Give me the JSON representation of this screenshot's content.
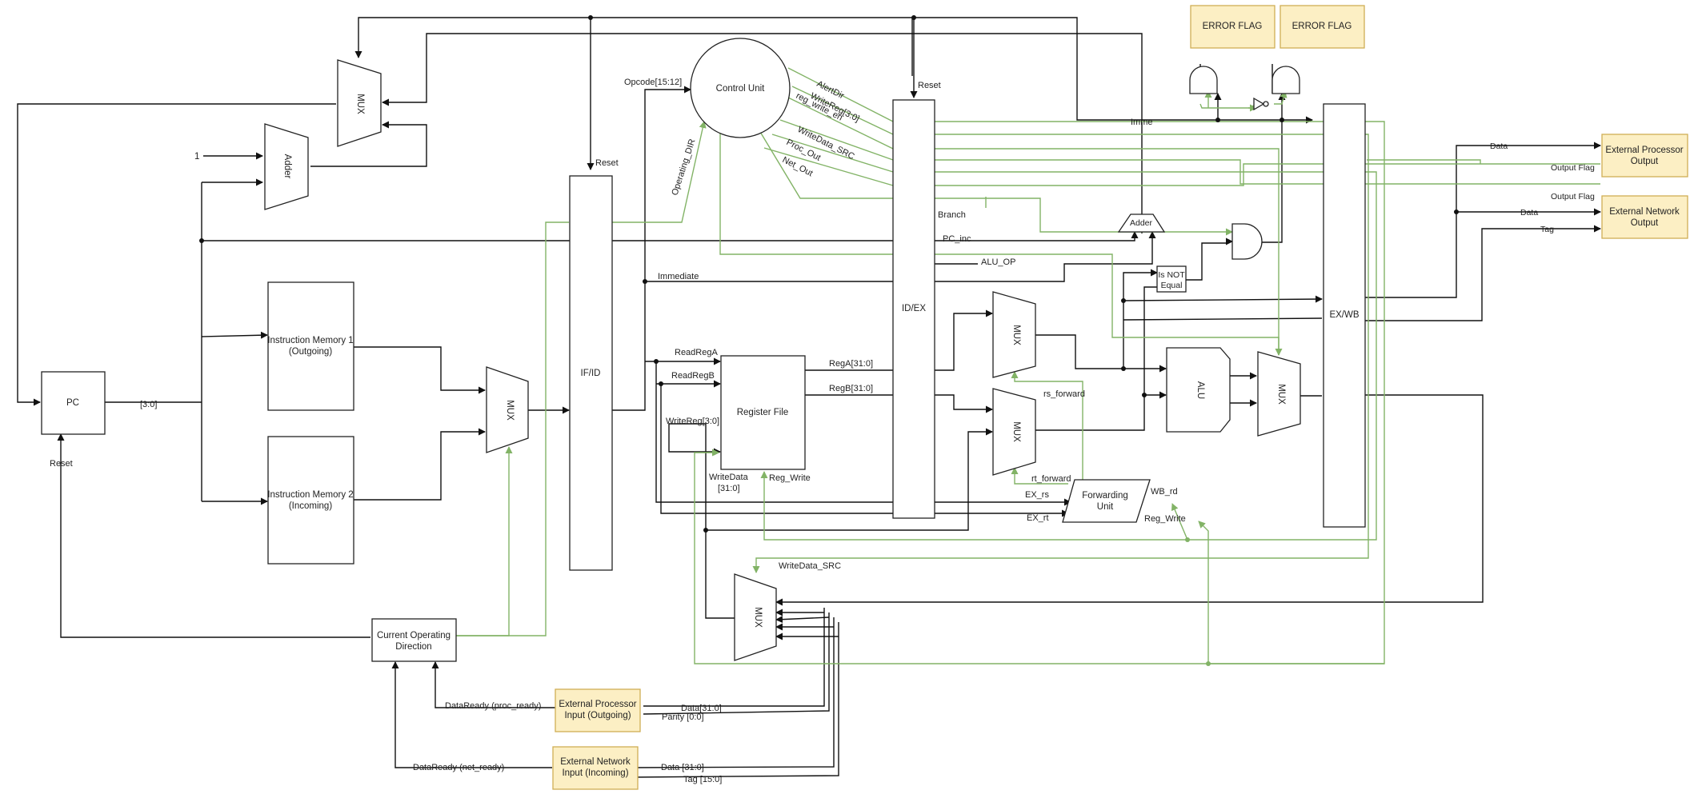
{
  "blocks": {
    "pc": "PC",
    "adder_top": "Adder",
    "mux": "MUX",
    "imem1_l1": "Instruction Memory 1",
    "imem1_l2": "(Outgoing)",
    "imem2_l1": "Instruction Memory 2",
    "imem2_l2": "(Incoming)",
    "ifid": "IF/ID",
    "control_unit": "Control Unit",
    "register_file": "Register File",
    "idex": "ID/EX",
    "alu": "ALU",
    "exwb": "EX/WB",
    "forwarding_l1": "Forwarding",
    "forwarding_l2": "Unit",
    "branch_adder": "Adder",
    "is_not_equal_l1": "Is NOT",
    "is_not_equal_l2": "Equal",
    "current_dir_l1": "Current Operating",
    "current_dir_l2": "Direction",
    "error_flag": "ERROR FLAG",
    "ext_proc_out_l1": "External Processor",
    "ext_proc_out_l2": "Output",
    "ext_net_out_l1": "External Network",
    "ext_net_out_l2": "Output",
    "ext_proc_in_l1": "External Processor",
    "ext_proc_in_l2": "Input (Outgoing)",
    "ext_net_in_l1": "External Network",
    "ext_net_in_l2": "Input (Incoming)"
  },
  "labels": {
    "const_one": "1",
    "pc_bits": "[3:0]",
    "reset": "Reset",
    "opcode": "Opcode[15:12]",
    "operating_dir": "Operating_DIR",
    "alert_dir": "AlertDir",
    "write_reg_ctrl": "WriteReg[3:0]",
    "reg_write_en": "reg_write_en",
    "write_data_src": "WriteData_SRC",
    "proc_out": "Proc_Out",
    "net_out": "Net_Out",
    "immediate": "Immediate",
    "read_reg_a": "ReadRegA",
    "read_reg_b": "ReadRegB",
    "write_reg_rf": "WriteReg[3:0]",
    "write_data_1": "WriteData",
    "write_data_2": "[31:0]",
    "reg_write": "Reg_Write",
    "rega": "RegA[31:0]",
    "regb": "RegB[31:0]",
    "branch": "Branch",
    "pc_inc": "PC_inc",
    "alu_op": "ALU_OP",
    "imme": "Imme",
    "rs_forward": "rs_forward",
    "rt_forward": "rt_forward",
    "ex_rs": "EX_rs",
    "ex_rt": "EX_rt",
    "wb_rd": "WB_rd",
    "reg_write_fu": "Reg_Write",
    "write_data_src_mux": "WriteData_SRC",
    "data_out": "Data",
    "output_flag_1": "Output Flag",
    "output_flag_2": "Output Flag",
    "data_net": "Data",
    "tag_out": "Tag",
    "data_ready_proc": "DataReady (proc_ready)",
    "data_ready_net": "DataReady (net_ready)",
    "proc_data": "Data[31:0]",
    "parity": "Parity [0:0]",
    "net_data": "Data [31:0]",
    "net_tag": "Tag [15:0]"
  }
}
